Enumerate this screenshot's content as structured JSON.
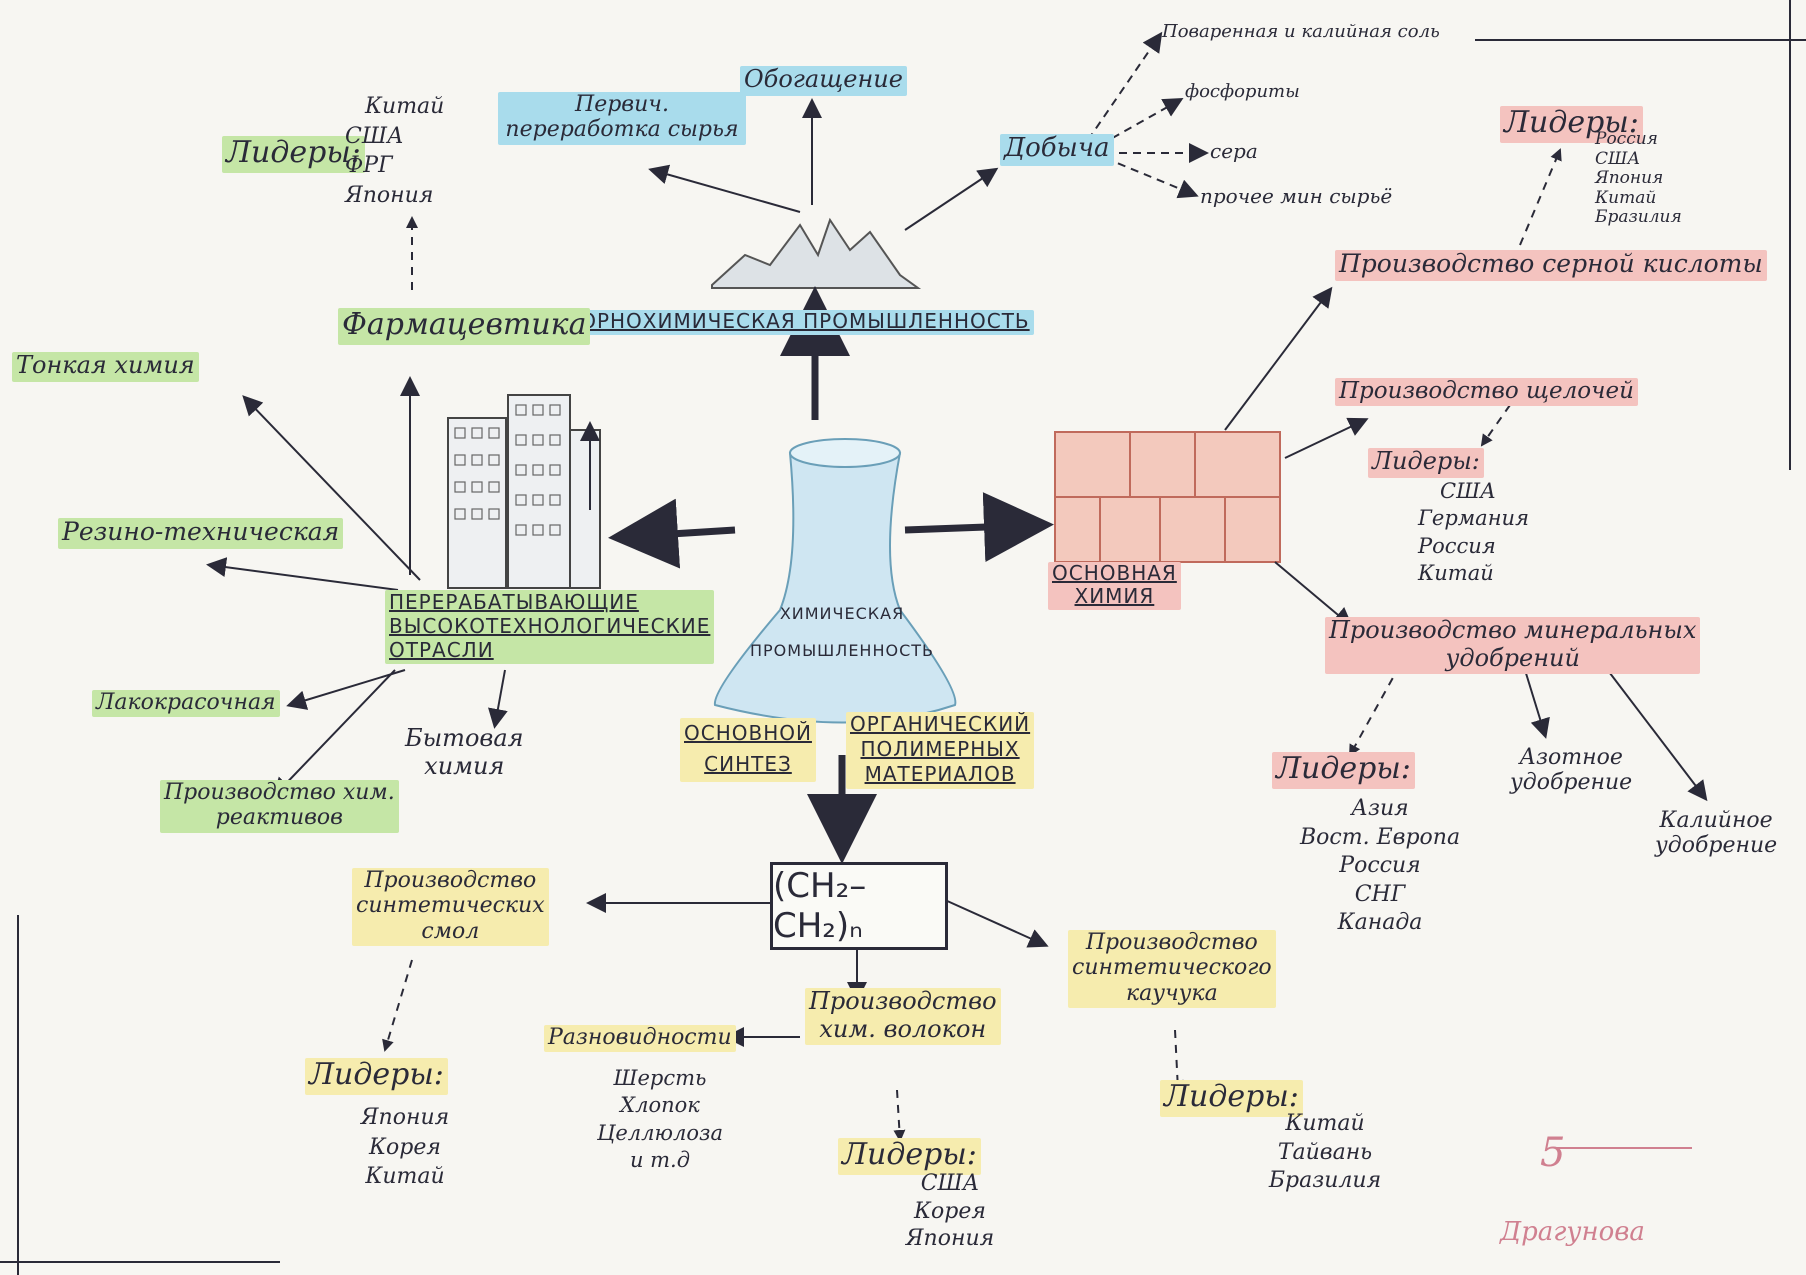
{
  "colors": {
    "blue": "#a9dcec",
    "green": "#c5e6a6",
    "pink": "#f4c3bf",
    "yellow": "#f6ecae",
    "ink": "#2a2a38"
  },
  "center": {
    "line1": "химическая",
    "line2": "промышленность"
  },
  "mining": {
    "title": "Горнохимическая промышленность",
    "primary": "Первич. переработка сырья",
    "enrich": "Обогащение",
    "extraction": "Добыча",
    "resources": [
      "Поваренная и калийная соль",
      "фосфориты",
      "сера",
      "прочее мин сырьё"
    ]
  },
  "processing": {
    "title": [
      "Перерабатывающие",
      "высокотехнологические",
      "отрасли"
    ],
    "pharma": "Фармацевтика",
    "fine": "Тонкая химия",
    "rubber": "Резино-техническая",
    "paint": "Лакокрасочная",
    "reagents": [
      "Производство хим.",
      "реактивов"
    ],
    "household": [
      "Бытовая",
      "химия"
    ],
    "leaders_label": "Лидеры:",
    "leaders": [
      "Китай",
      "США",
      "ФРГ",
      "Япония"
    ]
  },
  "basic": {
    "title": [
      "Основная",
      "химия"
    ],
    "acid": "Производство серной кислоты",
    "acid_leaders_label": "Лидеры:",
    "acid_leaders": [
      "Россия",
      "США",
      "Япония",
      "Китай",
      "Бразилия"
    ],
    "alkali": "Производство щелочей",
    "alkali_leaders_label": "Лидеры:",
    "alkali_leaders": [
      "США",
      "Германия",
      "Россия",
      "Китай"
    ],
    "fert": [
      "Производство минеральных",
      "удобрений"
    ],
    "fert_leaders_label": "Лидеры:",
    "fert_leaders": [
      "Азия",
      "Вост. Европа",
      "Россия",
      "СНГ",
      "Канада"
    ],
    "nitrogen": [
      "Азотное",
      "удобрение"
    ],
    "potash": [
      "Калийное",
      "удобрение"
    ]
  },
  "organic": {
    "left": [
      "Основной",
      "синтез"
    ],
    "right": [
      "органический",
      "полимерных",
      "материалов"
    ],
    "formula": "(CH₂–CH₂)ₙ",
    "resins": [
      "Производство",
      "синтетических",
      "смол"
    ],
    "resins_leaders_label": "Лидеры:",
    "resins_leaders": [
      "Япония",
      "Корея",
      "Китай"
    ],
    "fibers": [
      "Производство",
      "хим. волокон"
    ],
    "fibers_leaders_label": "Лидеры:",
    "fibers_leaders": [
      "США",
      "Корея",
      "Япония"
    ],
    "varieties": "Разновидности",
    "varieties_list": [
      "Шерсть",
      "Хлопок",
      "Целлюлоза",
      "и т.д"
    ],
    "rubber": [
      "Производство",
      "синтетического",
      "каучука"
    ],
    "rubber_leaders_label": "Лидеры:",
    "rubber_leaders": [
      "Китай",
      "Тайвань",
      "Бразилия"
    ]
  },
  "grade": "5",
  "signature": "Драгунова"
}
